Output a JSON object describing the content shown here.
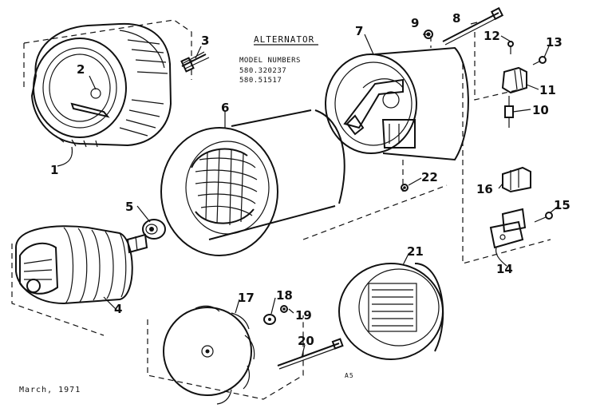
{
  "diagram": {
    "title": "ALTERNATOR",
    "model_heading": "MODEL NUMBERS",
    "model_numbers": [
      "580.320237",
      "580.51517"
    ],
    "date": "March, 1971",
    "page_code": "A5"
  },
  "callouts": [
    "1",
    "2",
    "3",
    "4",
    "5",
    "6",
    "7",
    "8",
    "9",
    "10",
    "11",
    "12",
    "13",
    "14",
    "15",
    "16",
    "17",
    "18",
    "19",
    "20",
    "21",
    "22"
  ]
}
